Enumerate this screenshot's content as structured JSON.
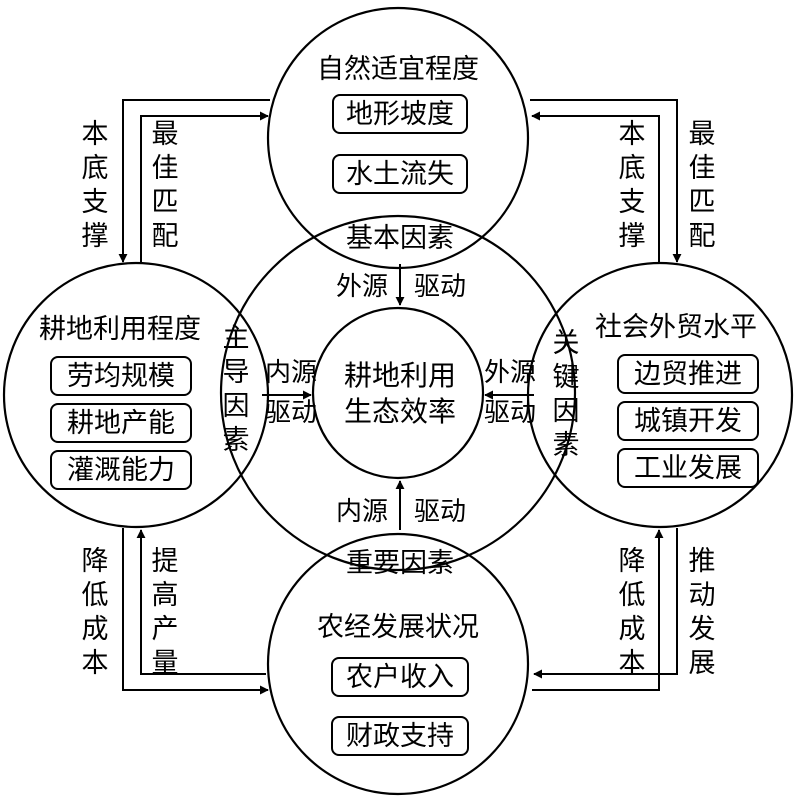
{
  "top": {
    "title": "自然适宜程度",
    "items": [
      "地形坡度",
      "水土流失"
    ],
    "factor": "基本因素",
    "drive": [
      "外源",
      "驱动"
    ]
  },
  "left": {
    "title": "耕地利用程度",
    "items": [
      "劳均规模",
      "耕地产能",
      "灌溉能力"
    ],
    "factor": [
      "主",
      "导",
      "因",
      "素"
    ],
    "drive": [
      "内源",
      "驱动"
    ]
  },
  "right": {
    "title": "社会外贸水平",
    "items": [
      "边贸推进",
      "城镇开发",
      "工业发展"
    ],
    "factor": [
      "关",
      "键",
      "因",
      "素"
    ],
    "drive": [
      "外源",
      "驱动"
    ]
  },
  "bottom": {
    "title": "农经发展状况",
    "items": [
      "农户收入",
      "财政支持"
    ],
    "factor": "重要因素",
    "drive": [
      "内源",
      "驱动"
    ]
  },
  "center": {
    "lines": [
      "耕地利用",
      "生态效率"
    ]
  },
  "links": {
    "top_left": [
      [
        "本",
        "底",
        "支",
        "撑"
      ],
      [
        "最",
        "佳",
        "匹",
        "配"
      ]
    ],
    "top_right": [
      [
        "本",
        "底",
        "支",
        "撑"
      ],
      [
        "最",
        "佳",
        "匹",
        "配"
      ]
    ],
    "bottom_left": [
      [
        "降",
        "低",
        "成",
        "本"
      ],
      [
        "提",
        "高",
        "产",
        "量"
      ]
    ],
    "bottom_right": [
      [
        "降",
        "低",
        "成",
        "本"
      ],
      [
        "推",
        "动",
        "发",
        "展"
      ]
    ]
  }
}
